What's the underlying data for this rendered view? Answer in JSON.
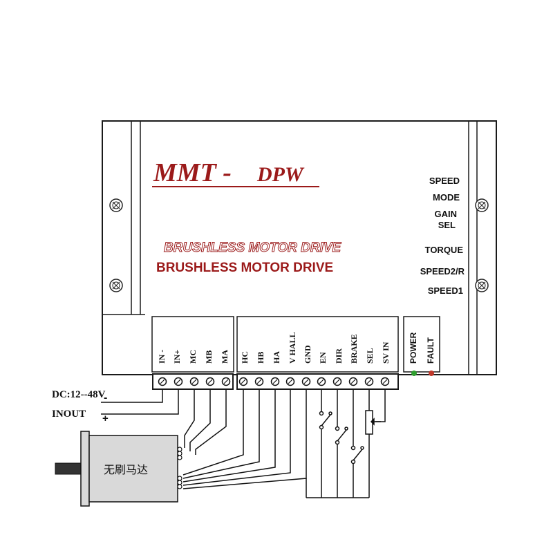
{
  "drive": {
    "brand": "MMT -",
    "model": "DPW",
    "title_outline": "BRUSHLESS MOTOR DRIVE",
    "title_solid": "BRUSHLESS MOTOR DRIVE"
  },
  "side_labels": [
    "SPEED",
    "MODE",
    "GAIN",
    "SEL",
    "TORQUE",
    "SPEED2/R",
    "SPEED1"
  ],
  "power_terminals": [
    "IN -",
    "IN+",
    "MC",
    "MB",
    "MA"
  ],
  "signal_terminals": [
    "HC",
    "HB",
    "HA",
    "V HALL",
    "GND",
    "EN",
    "DIR",
    "BRAKE",
    "SEL",
    "SV IN"
  ],
  "indicator_labels": [
    "POWER",
    "FAULT"
  ],
  "supply": {
    "label1": "DC:12--48V",
    "label2": "INOUT",
    "minus": "-",
    "plus": "+"
  },
  "motor": {
    "label": "无刷马达"
  },
  "colors": {
    "accent": "#9b1a1a",
    "frame": "#1a1a1a",
    "motor": "#d9d9d9",
    "led_green": "#2f9e2f",
    "led_red": "#c0392b"
  }
}
